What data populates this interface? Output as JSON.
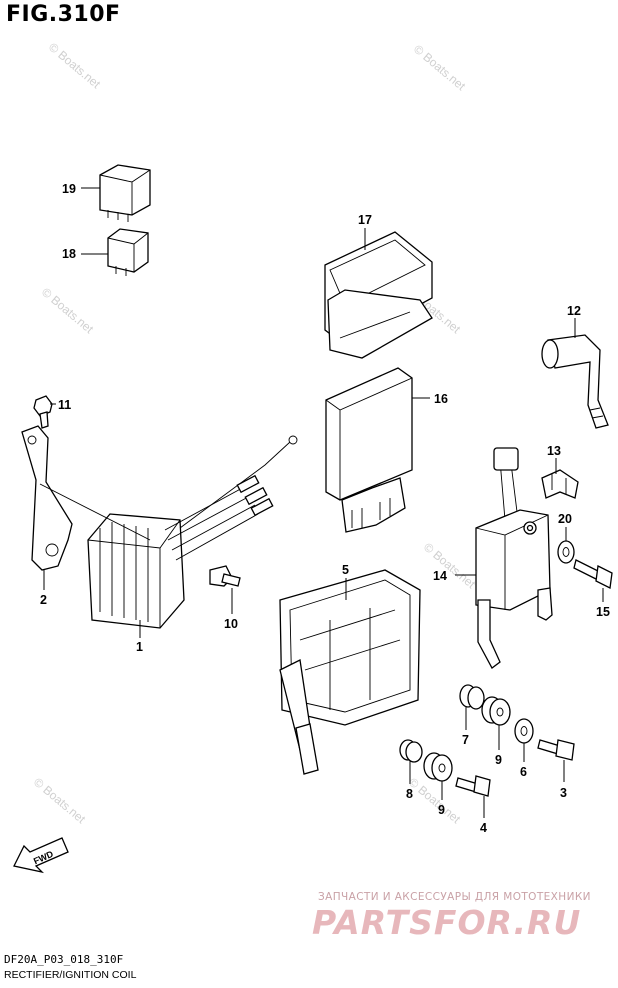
{
  "figure": {
    "title": "FIG.310F",
    "code": "DF20A_P03_018_310F",
    "caption": "RECTIFIER/IGNITION COIL"
  },
  "watermark": {
    "text": "© Boats.net"
  },
  "promo": {
    "subtitle": "ЗАПЧАСТИ И АКСЕССУАРЫ ДЛЯ МОТОТЕХНИКИ",
    "brand": "PARTSFOR.RU"
  },
  "fwd_label": "FWD",
  "callouts": [
    {
      "id": "c1",
      "num": "1"
    },
    {
      "id": "c2",
      "num": "2"
    },
    {
      "id": "c3",
      "num": "3"
    },
    {
      "id": "c4",
      "num": "4"
    },
    {
      "id": "c5",
      "num": "5"
    },
    {
      "id": "c6",
      "num": "6"
    },
    {
      "id": "c7",
      "num": "7"
    },
    {
      "id": "c8",
      "num": "8"
    },
    {
      "id": "c9a",
      "num": "9"
    },
    {
      "id": "c9b",
      "num": "9"
    },
    {
      "id": "c10",
      "num": "10"
    },
    {
      "id": "c11",
      "num": "11"
    },
    {
      "id": "c12",
      "num": "12"
    },
    {
      "id": "c13",
      "num": "13"
    },
    {
      "id": "c14",
      "num": "14"
    },
    {
      "id": "c16",
      "num": "16"
    },
    {
      "id": "c17",
      "num": "17"
    },
    {
      "id": "c18",
      "num": "18"
    },
    {
      "id": "c19",
      "num": "19"
    },
    {
      "id": "c20",
      "num": "20"
    }
  ]
}
